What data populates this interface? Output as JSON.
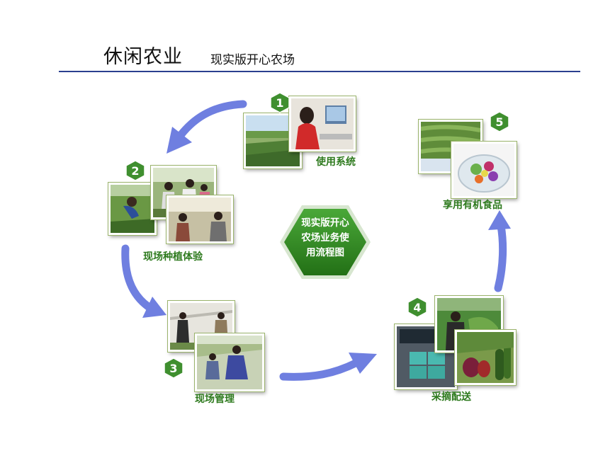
{
  "header": {
    "title": "休闲农业",
    "subtitle": "现实版开心农场"
  },
  "center": {
    "lines": [
      "现实版开心",
      "农场业务使",
      "用流程图"
    ]
  },
  "steps": [
    {
      "number": "1",
      "label": "使用系统"
    },
    {
      "number": "2",
      "label": "现场种植体验"
    },
    {
      "number": "3",
      "label": "现场管理"
    },
    {
      "number": "4",
      "label": "采摘配送"
    },
    {
      "number": "5",
      "label": "享用有机食品"
    }
  ],
  "colors": {
    "accent_green": "#2e7a1e",
    "badge_green": "#3f8f2f",
    "hex_green": "#2f8a22",
    "arrow_blue": "#6f7fe0",
    "rule_blue": "#2a3f8f"
  }
}
